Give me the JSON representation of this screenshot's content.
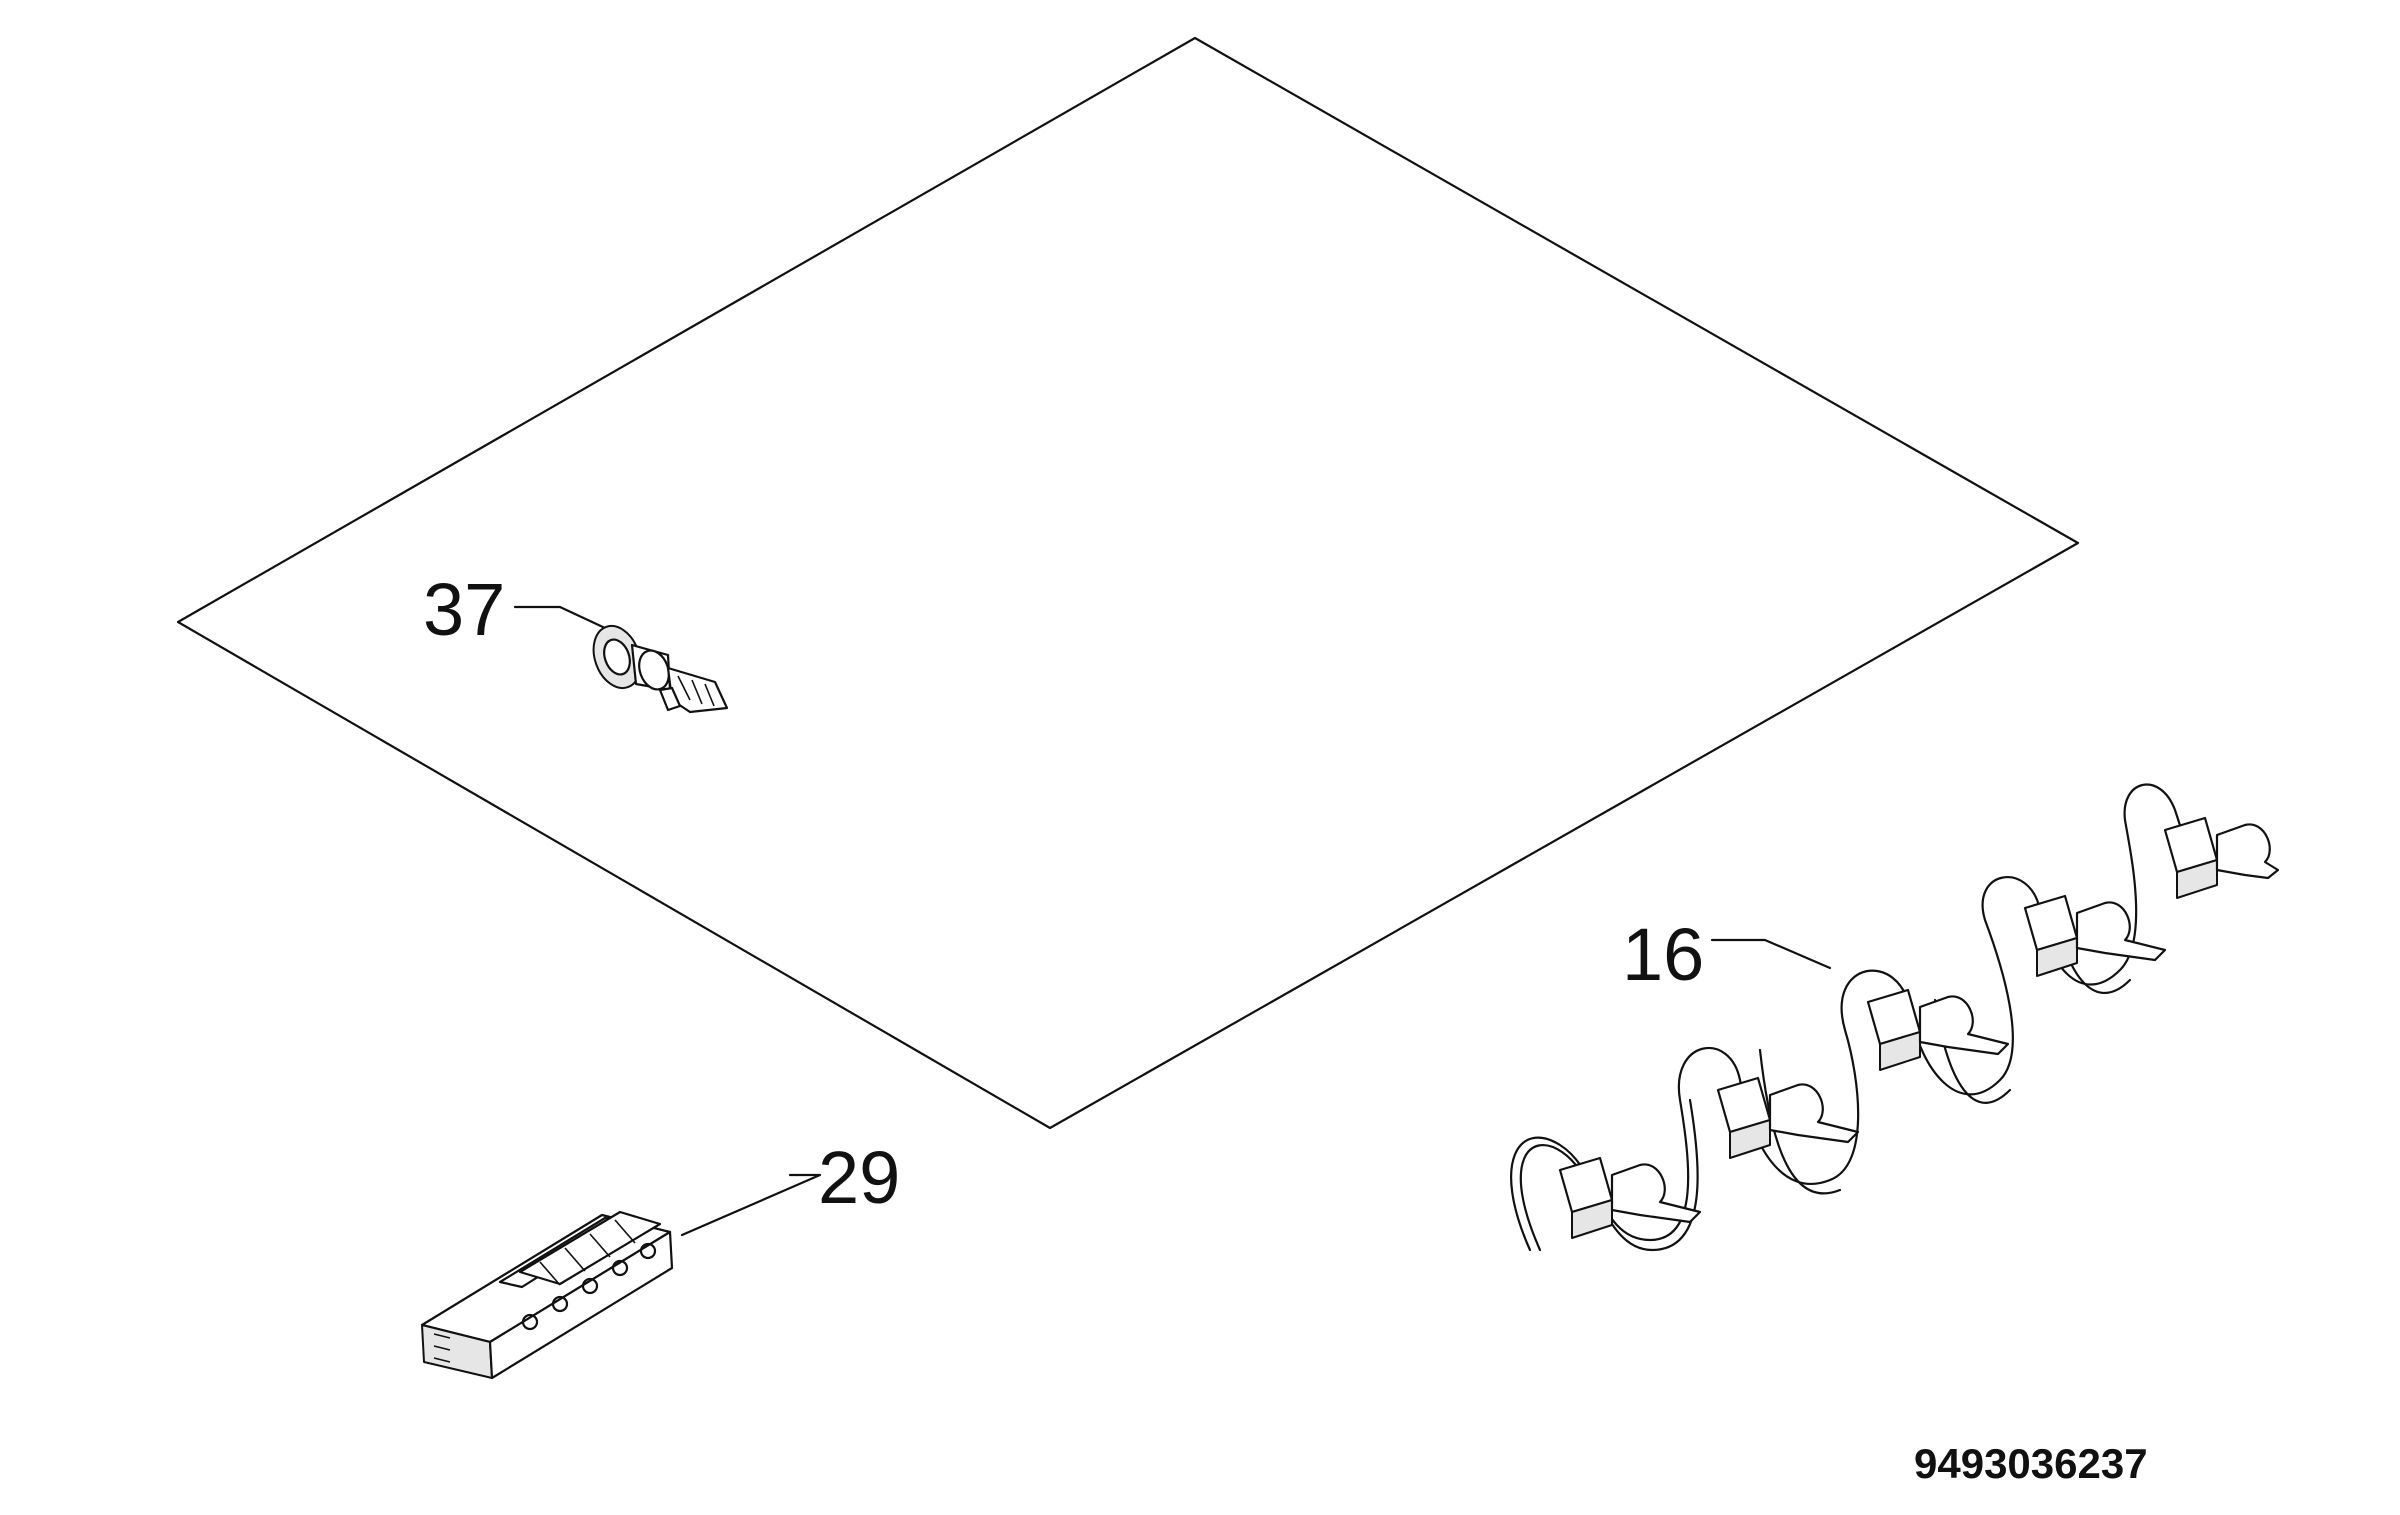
{
  "callouts": {
    "part_37": "37",
    "part_16": "16",
    "part_29": "29"
  },
  "document_number": "9493036237",
  "colors": {
    "line": "#111111",
    "background": "#ffffff"
  }
}
